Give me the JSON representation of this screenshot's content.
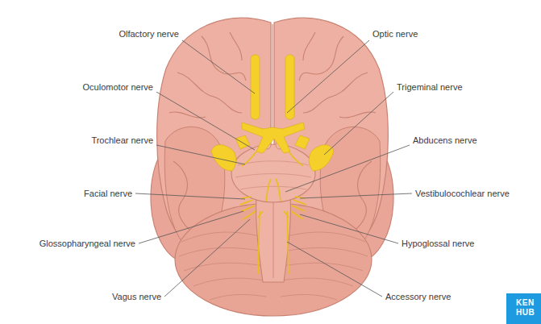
{
  "diagram": {
    "labels": [
      "Olfactory nerve",
      "Optic nerve",
      "Oculomotor nerve",
      "Trigeminal nerve",
      "Trochlear nerve",
      "Abducens nerve",
      "Facial nerve",
      "Vestibulocochlear nerve",
      "Glossopharyngeal nerve",
      "Hypoglossal nerve",
      "Vagus nerve",
      "Accessory nerve",
      "KEN",
      "HUB"
    ]
  }
}
